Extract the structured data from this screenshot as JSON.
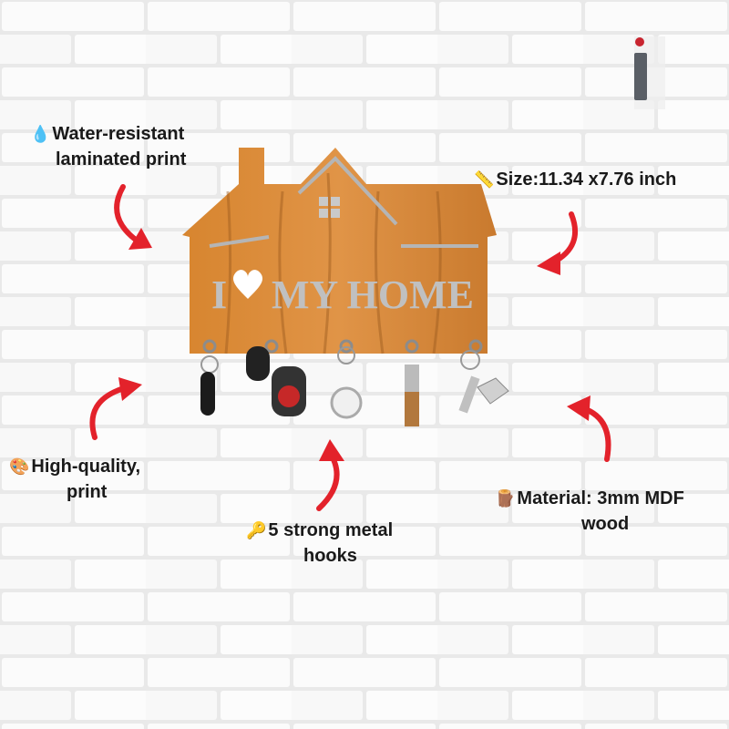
{
  "sign": {
    "text_love": "I",
    "text_rest": "MY HOME"
  },
  "callouts": {
    "water": {
      "icon": "droplet-icon",
      "line1": "Water-resistant",
      "line2": "laminated print"
    },
    "size": {
      "icon": "ruler-icon",
      "line1": "Size:11.34 x7.76 inch"
    },
    "quality": {
      "icon": "palette-icon",
      "line1": "High-quality,",
      "line2": "print"
    },
    "hooks": {
      "icon": "key-icon",
      "line1": "5 strong metal",
      "line2": "hooks"
    },
    "material": {
      "icon": "log-icon",
      "line1": "Material: 3mm MDF",
      "line2": "wood"
    }
  },
  "colors": {
    "wood": "#d98a3a",
    "arrow": "#e3222b",
    "silver": "#b8b8b8"
  }
}
